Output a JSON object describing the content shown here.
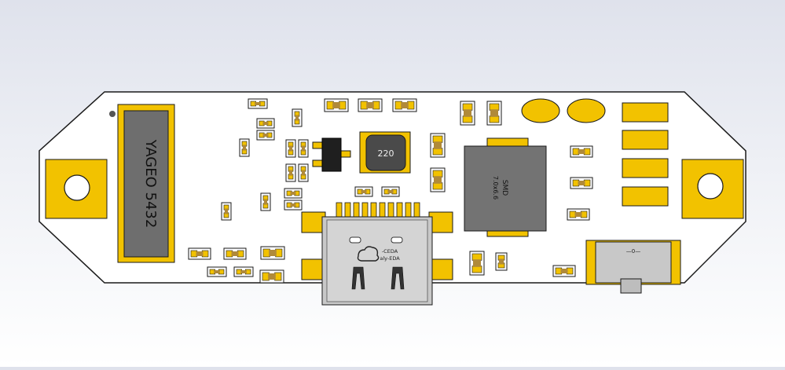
{
  "board": {
    "colors": {
      "background_top": "#dfe2ec",
      "board": "#ffffff",
      "outline": "#1a1a1a",
      "copper": "#f2c200",
      "body_gray": "#6e6e6e",
      "body_dark": "#1f1f1f",
      "metal": "#c8c8c8",
      "component_tan": "#b08a3a"
    },
    "labels": {
      "yageo": "YAGEO 5432",
      "inductor_small": "220",
      "smd_inductor_line1": "SMD",
      "smd_inductor_line2": "7.0x6.6",
      "usb_marking_1": "-CEDA",
      "usb_marking_2": "aly-EDA",
      "switch_marking": "—0—"
    },
    "icons": {
      "mounting_hole_left": "mounting-hole-icon",
      "mounting_hole_right": "mounting-hole-icon",
      "usb_logo": "cloud-logo-icon"
    }
  }
}
